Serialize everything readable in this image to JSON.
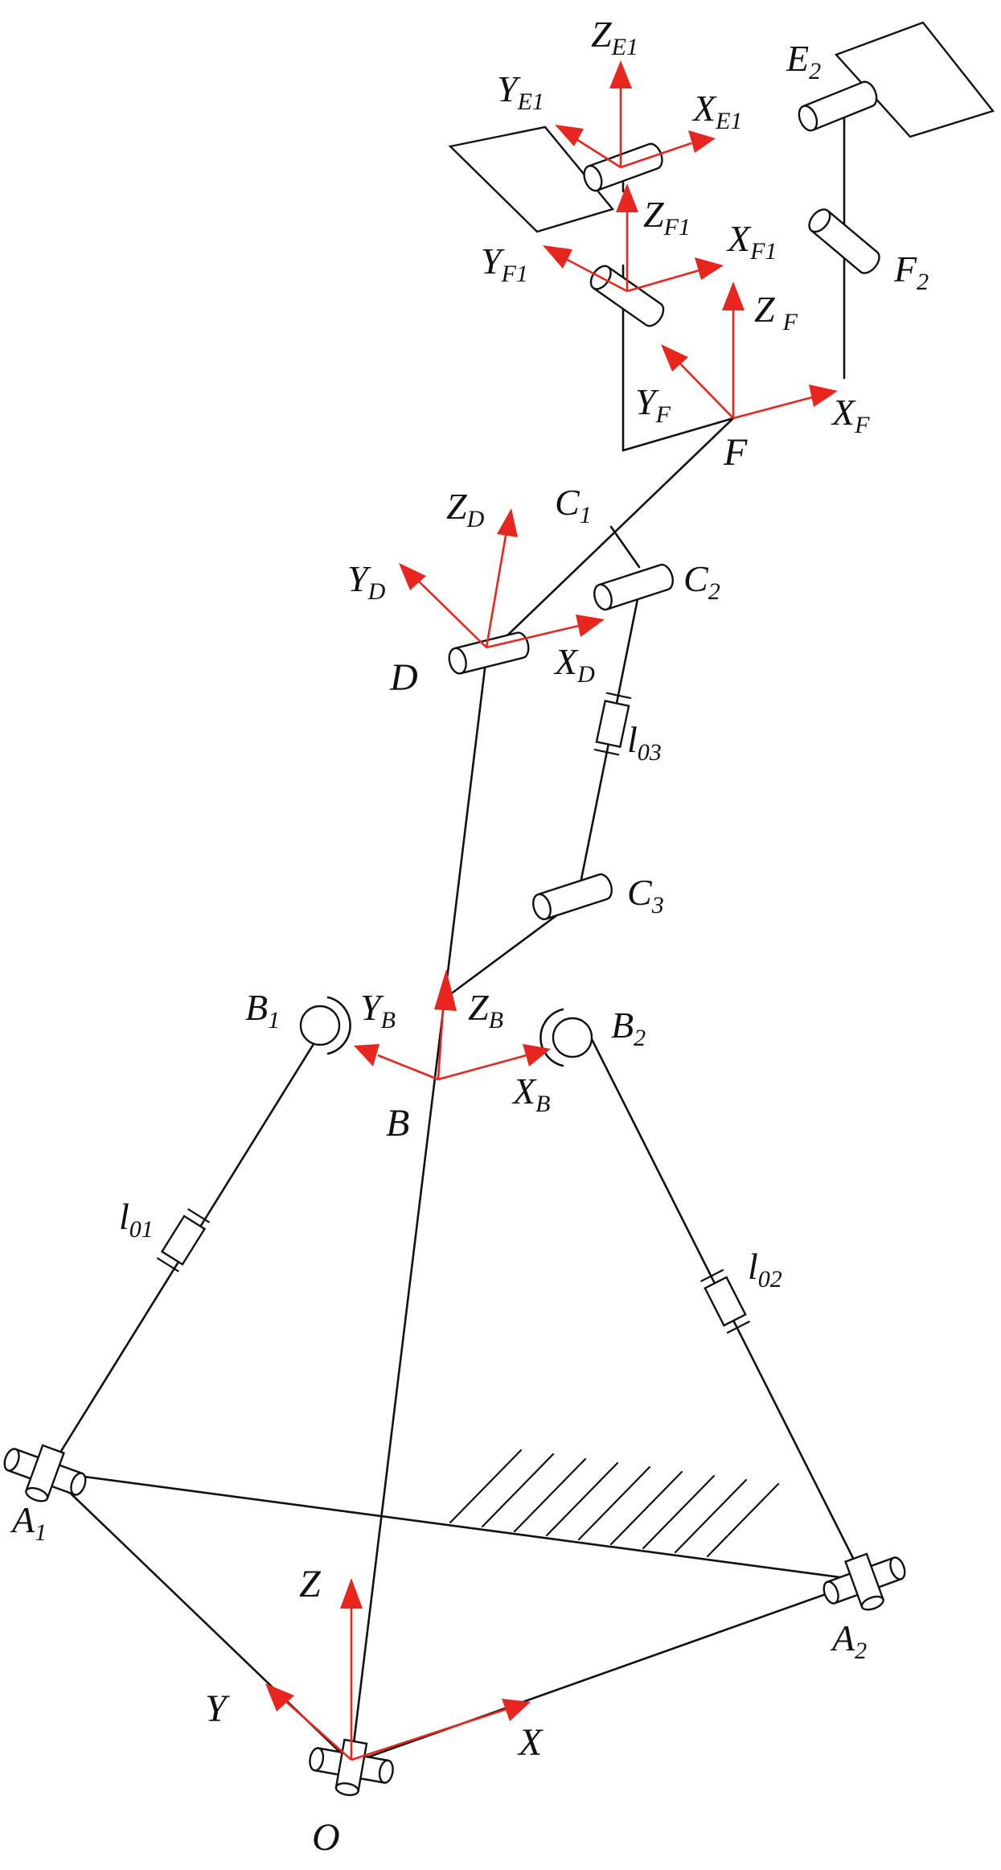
{
  "colors": {
    "line": "#111111",
    "axis": "#e8261f",
    "background": "#ffffff"
  },
  "labels": {
    "ZE": "Z",
    "ZE_sub": "E1",
    "YE": "Y",
    "YE_sub": "E1",
    "XE": "X",
    "XE_sub": "E1",
    "E2": "E",
    "E2_sub": "2",
    "ZF1": "Z",
    "ZF1_sub": "F1",
    "YF1": "Y",
    "YF1_sub": "F1",
    "XF1": "X",
    "XF1_sub": "F1",
    "F2": "F",
    "F2_sub": "2",
    "ZF": "Z",
    "ZF_sub": "F",
    "YF": "Y",
    "YF_sub": "F",
    "XF": "X",
    "XF_sub": "F",
    "F": "F",
    "C1": "C",
    "C1_sub": "1",
    "ZD": "Z",
    "ZD_sub": "D",
    "YD": "Y",
    "YD_sub": "D",
    "C2": "C",
    "C2_sub": "2",
    "XD": "X",
    "XD_sub": "D",
    "D": "D",
    "l03": "l",
    "l03_sub": "03",
    "C3": "C",
    "C3_sub": "3",
    "B1": "B",
    "B1_sub": "1",
    "YB": "Y",
    "YB_sub": "B",
    "ZB": "Z",
    "ZB_sub": "B",
    "B2": "B",
    "B2_sub": "2",
    "XB": "X",
    "XB_sub": "B",
    "B": "B",
    "l01": "l",
    "l01_sub": "01",
    "l02": "l",
    "l02_sub": "02",
    "A1": "A",
    "A1_sub": "1",
    "A2": "A",
    "A2_sub": "2",
    "Z": "Z",
    "Y": "Y",
    "X": "X",
    "O": "O"
  }
}
